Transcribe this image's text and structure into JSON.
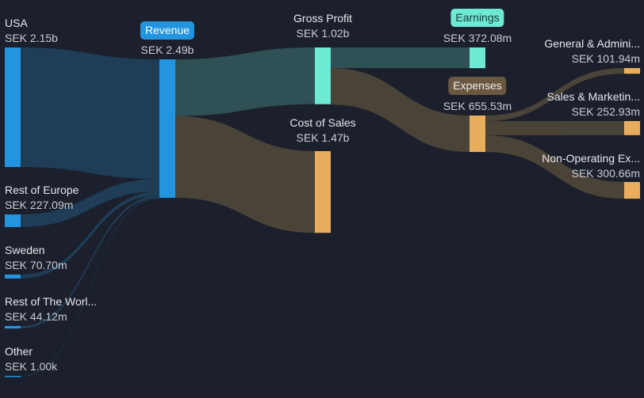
{
  "chart_data": {
    "type": "sankey",
    "currency": "SEK",
    "nodes": [
      {
        "id": "usa",
        "label": "USA",
        "value_label": "SEK 2.15b",
        "value": 2150000000
      },
      {
        "id": "rest_europe",
        "label": "Rest of Europe",
        "value_label": "SEK 227.09m",
        "value": 227090000
      },
      {
        "id": "sweden",
        "label": "Sweden",
        "value_label": "SEK 70.70m",
        "value": 70700000
      },
      {
        "id": "rest_world",
        "label": "Rest of The Worl...",
        "value_label": "SEK 44.12m",
        "value": 44120000
      },
      {
        "id": "other",
        "label": "Other",
        "value_label": "SEK 1.00k",
        "value": 1000
      },
      {
        "id": "revenue",
        "label": "Revenue",
        "value_label": "SEK 2.49b",
        "value": 2490000000
      },
      {
        "id": "gross_profit",
        "label": "Gross Profit",
        "value_label": "SEK 1.02b",
        "value": 1020000000
      },
      {
        "id": "cost_of_sales",
        "label": "Cost of Sales",
        "value_label": "SEK 1.47b",
        "value": 1470000000
      },
      {
        "id": "earnings",
        "label": "Earnings",
        "value_label": "SEK 372.08m",
        "value": 372080000
      },
      {
        "id": "expenses",
        "label": "Expenses",
        "value_label": "SEK 655.53m",
        "value": 655530000
      },
      {
        "id": "gna",
        "label": "General & Admini...",
        "value_label": "SEK 101.94m",
        "value": 101940000
      },
      {
        "id": "snm",
        "label": "Sales & Marketin...",
        "value_label": "SEK 252.93m",
        "value": 252930000
      },
      {
        "id": "nonop",
        "label": "Non-Operating Ex...",
        "value_label": "SEK 300.66m",
        "value": 300660000
      }
    ],
    "links": [
      {
        "source": "usa",
        "target": "revenue",
        "value": 2150000000
      },
      {
        "source": "rest_europe",
        "target": "revenue",
        "value": 227090000
      },
      {
        "source": "sweden",
        "target": "revenue",
        "value": 70700000
      },
      {
        "source": "rest_world",
        "target": "revenue",
        "value": 44120000
      },
      {
        "source": "other",
        "target": "revenue",
        "value": 1000
      },
      {
        "source": "revenue",
        "target": "gross_profit",
        "value": 1020000000
      },
      {
        "source": "revenue",
        "target": "cost_of_sales",
        "value": 1470000000
      },
      {
        "source": "gross_profit",
        "target": "earnings",
        "value": 372080000
      },
      {
        "source": "gross_profit",
        "target": "expenses",
        "value": 655530000
      },
      {
        "source": "expenses",
        "target": "gna",
        "value": 101940000
      },
      {
        "source": "expenses",
        "target": "snm",
        "value": 252930000
      },
      {
        "source": "expenses",
        "target": "nonop",
        "value": 300660000
      }
    ],
    "colors": {
      "revenue_node": "#2394df",
      "revenue_link": "#1f3d56",
      "profit_node": "#6ee9d4",
      "profit_link": "#2f5055",
      "cost_node": "#e8ae5e",
      "cost_link": "#4a4338",
      "expenses_pill": "#6a5840",
      "background": "#1b202c"
    }
  }
}
